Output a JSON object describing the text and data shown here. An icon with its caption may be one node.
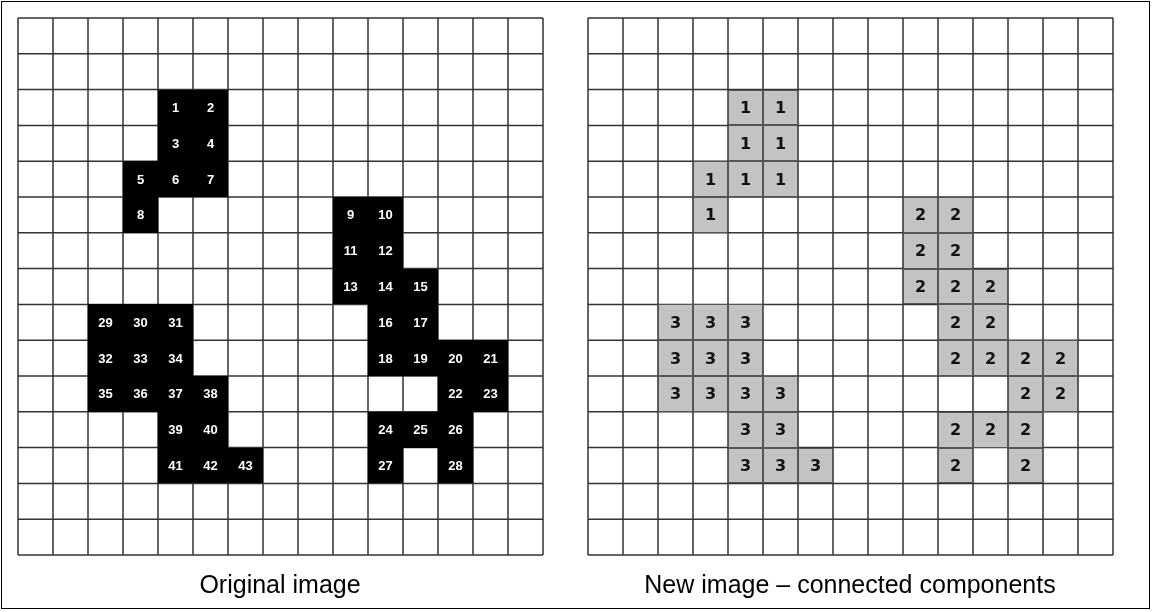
{
  "diagram": {
    "labels": [
      "1",
      "2",
      "3",
      "4",
      "5",
      "6",
      "7",
      "8",
      "9",
      "10",
      "11",
      "12",
      "13",
      "14",
      "15",
      "29",
      "30",
      "31",
      "16",
      "17",
      "32",
      "33",
      "34",
      "18",
      "19",
      "20",
      "21",
      "35",
      "36",
      "37",
      "38",
      "22",
      "23",
      "39",
      "40",
      "24",
      "25",
      "26",
      "41",
      "42",
      "43",
      "27",
      "28",
      "1",
      "1",
      "1",
      "1",
      "1",
      "1",
      "1",
      "1",
      "2",
      "2",
      "2",
      "2",
      "2",
      "2",
      "2",
      "3",
      "3",
      "3",
      "2",
      "2",
      "3",
      "3",
      "3",
      "2",
      "2",
      "2",
      "2",
      "3",
      "3",
      "3",
      "3",
      "2",
      "2",
      "3",
      "3",
      "2",
      "2",
      "2",
      "3",
      "3",
      "3",
      "2",
      "2",
      "Original image",
      "New image – connected components"
    ]
  }
}
